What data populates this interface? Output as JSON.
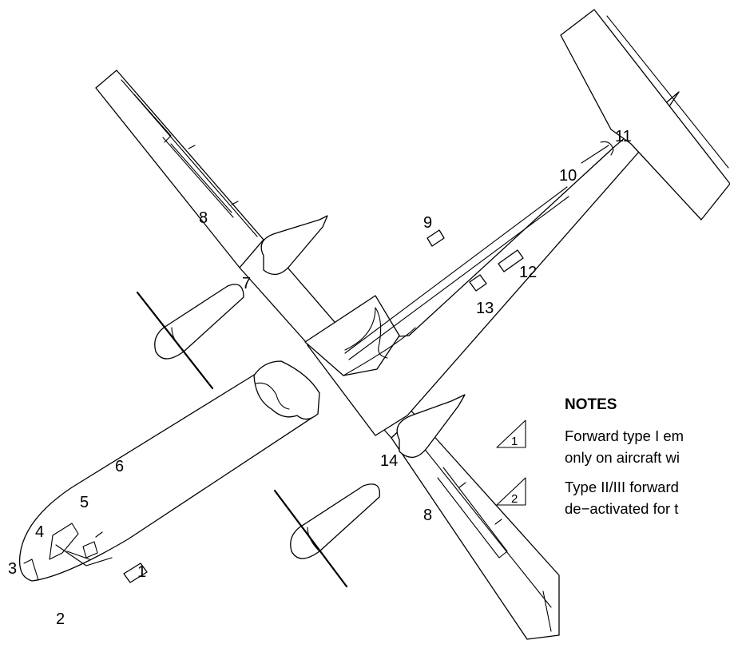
{
  "callouts": {
    "c1": "1",
    "c2": "2",
    "c3": "3",
    "c4": "4",
    "c5": "5",
    "c6": "6",
    "c7": "7",
    "c8_upper": "8",
    "c8_lower": "8",
    "c9": "9",
    "c10": "10",
    "c11": "11",
    "c12": "12",
    "c13": "13",
    "c14": "14"
  },
  "notes": {
    "title": "NOTES",
    "items": [
      {
        "marker": "1",
        "line1": "Forward type I em",
        "line2": "only on aircraft wi"
      },
      {
        "marker": "2",
        "line1": "Type II/III forward",
        "line2": "de−activated for t"
      }
    ]
  },
  "colors": {
    "ink": "#000000",
    "paper": "#ffffff"
  }
}
